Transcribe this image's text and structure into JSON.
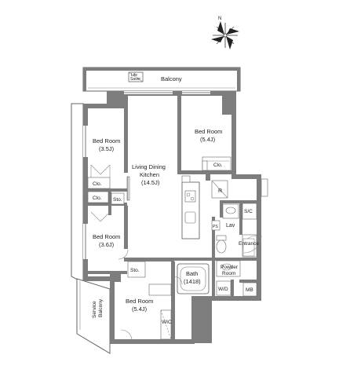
{
  "compass": {
    "north_label": "N"
  },
  "rooms": {
    "balcony": {
      "label": "Balcony"
    },
    "lifesaver": {
      "line1": "Life",
      "line2": "Saver"
    },
    "bedroom_a": {
      "name": "Bed Room",
      "size": "(3.5J)"
    },
    "bedroom_b": {
      "name": "Bed Room",
      "size": "(5.4J)"
    },
    "bedroom_c": {
      "name": "Bed Room",
      "size": "(3.6J)"
    },
    "bedroom_d": {
      "name": "Bed Room",
      "size": "(5.4J)"
    },
    "ldk": {
      "line1": "Living Dining",
      "line2": "Kitchen",
      "size": "(14.5J)"
    },
    "clo_top": {
      "label": "Clo."
    },
    "clo_left_1": {
      "label": "Clo."
    },
    "clo_left_2": {
      "label": "Clo."
    },
    "sto_left": {
      "label": "Sto."
    },
    "sto_lower": {
      "label": "Sto."
    },
    "refrigerator": {
      "label": "R"
    },
    "sc": {
      "label": "S/C"
    },
    "lav": {
      "label": "Lav"
    },
    "ps": {
      "label": "PS"
    },
    "entrance": {
      "label": "Entrance"
    },
    "bath": {
      "name": "Bath",
      "size": "(1418)"
    },
    "powder_room": {
      "line1": "Powder",
      "line2": "Room"
    },
    "wd": {
      "label": "W/D"
    },
    "mb": {
      "label": "MB"
    },
    "wic": {
      "label": "WIC"
    },
    "service_balcony": {
      "line1": "Service",
      "line2": "Balcony"
    }
  }
}
